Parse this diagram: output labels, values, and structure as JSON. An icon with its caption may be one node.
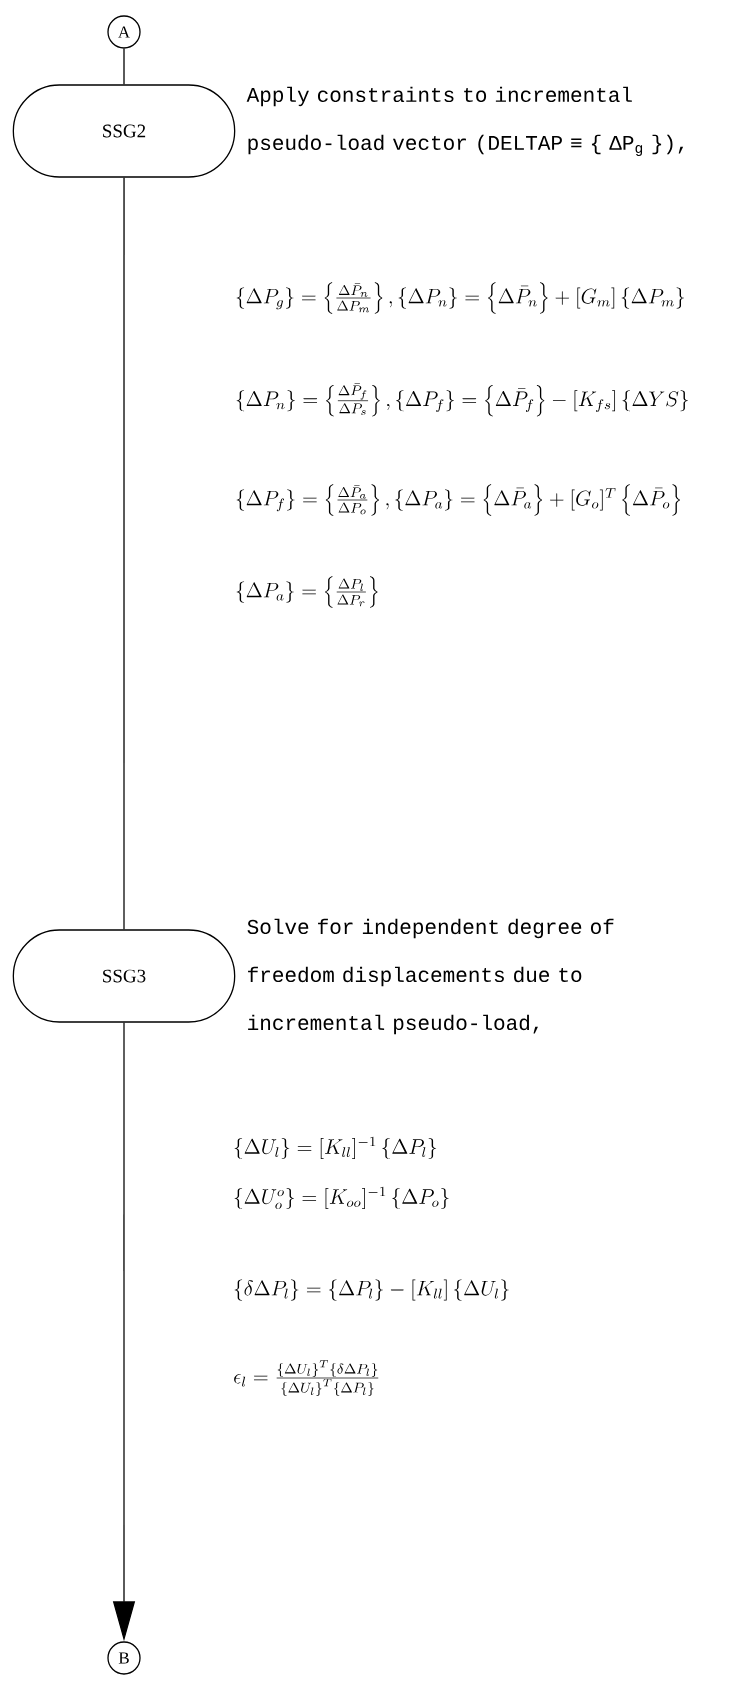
{
  "diagram": {
    "nodes": [
      {
        "text": [
          "A"
        ]
      },
      {
        "text": [
          "SSG2"
        ],
        "beside": [
          "Apply constraints to incremental pseudo-load vector (DELTAP ≡ { ΔP$_{g}$ }),"
        ]
      },
      {
        "text": [
          "SSG3"
        ],
        "beside": [
          "Solve for independent degree of freedom displacements due to incremental pseudo-load,"
        ]
      },
      {
        "text": [
          "B"
        ]
      }
    ],
    "edges": [
      {
        "from": 0,
        "to": 1,
        "arrow": "none"
      },
      {
        "from": 1,
        "to": 2,
        "arrow": "none"
      },
      {
        "from": 2,
        "to": 3,
        "arrow": "to"
      }
    ],
    "labels": [
      "\\left\\{\\Delta P_g\\right\\} = \\left\\{\\frac{\\Delta\\bar{P}_n}{\\Delta P_m}\\right\\}, \\left\\{\\Delta P_n\\right\\} = \\left\\{\\Delta\\bar{P}_n\\right\\} + [G_m]\\left\\{\\Delta P_m\\right\\}",
      "\\left\\{\\Delta P_n\\right\\} = \\left\\{\\frac{\\Delta\\bar{P}_f}{\\Delta P_s}\\right\\}, \\left\\{\\Delta P_f\\right\\} = \\left\\{\\Delta\\bar{P}_f\\right\\} - [K_{fs}]\\left\\{\\Delta YS\\right\\}",
      "\\left\\{\\Delta P_f\\right\\} = \\left\\{\\frac{\\Delta\\bar{P}_a}{\\Delta P_o}\\right\\}, \\left\\{\\Delta P_a\\right\\} = \\left\\{\\Delta\\bar{P}_a\\right\\} + [G_o]^T\\left\\{\\Delta\\bar{P}_o\\right\\}",
      "\\left\\{\\Delta P_a\\right\\} = \\left\\{\\frac{\\Delta P_l}{\\Delta P_r}\\right\\}",
      "\\left\\{\\Delta U_l\\right\\} = [K_{ll}]^{-1}\\left\\{\\Delta P_l\\right\\}",
      "\\left\\{\\Delta U_o^o\\right\\} = [K_{oo}]^{-1}\\left\\{\\Delta P_o\\right\\}",
      "\\left\\{\\delta\\Delta P_l\\right\\} = \\left\\{\\Delta P_l\\right\\} - [K_{ll}]\\left\\{\\Delta U_l\\right\\}",
      "\\epsilon_l = \\frac{\\left\\{\\Delta U_l\\right\\}^T\\left\\{\\delta\\Delta P_l\\right\\}}{\\left\\{\\Delta U_l\\right\\}^T\\left\\{\\Delta P_l\\right\\}}"
    ]
  }
}
